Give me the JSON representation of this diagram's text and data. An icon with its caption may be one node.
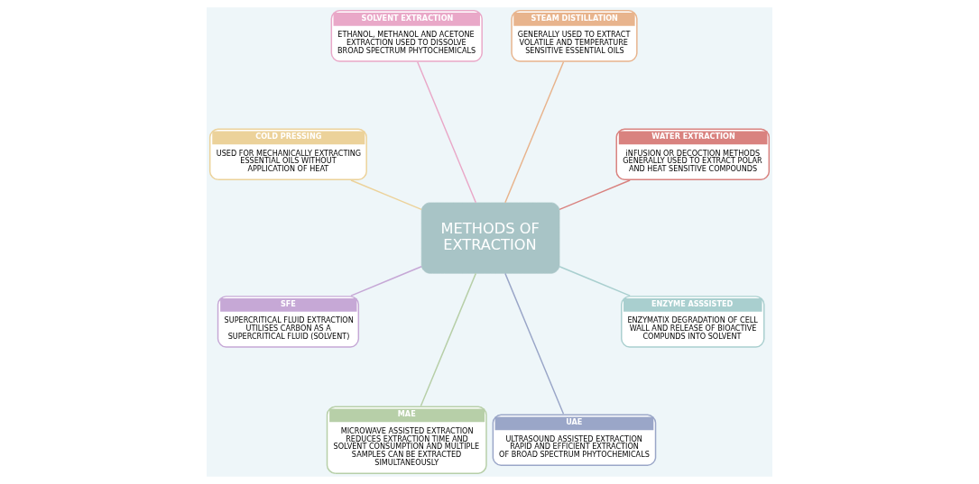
{
  "diagram": {
    "nodes": [
      {
        "text": [
          "WATER EXTRACTION",
          "iNFUSION OR DECOCTION METHODS GENERALLY USED TO EXTRACT POLAR AND HEAT SENSITIVE COMPOUNDS"
        ]
      },
      {
        "text": [
          "STEAM DISTILLATION",
          "GENERALLY USED TO EXTRACT VOLATILE AND TEMPERATURE SENSITIVE ESSENTIAL OILS"
        ]
      },
      {
        "text": [
          "SOLVENT EXTRACTION",
          "ETHANOL, METHANOL AND ACETONE EXTRACTION USED TO DISSOLVE BROAD SPECTRUM PHYTOCHEMICALS"
        ]
      },
      {
        "text": [
          "COLD PRESSING",
          "USED FOR MECHANICALLY EXTRACTING ESSENTIAL OILS WITHOUT APPLICATION OF HEAT"
        ]
      },
      {
        "text": [
          "METHODS OF EXTRACTION"
        ]
      },
      {
        "text": [
          "SFE",
          "SUPERCRITICAL FLUID EXTRACTION UTILISES CARBON AS A SUPERCRITICAL FLUID (SOLVENT)"
        ]
      },
      {
        "text": [
          "MAE",
          "MICROWAVE ASSISTED EXTRACTION REDUCES EXTRACTION TIME AND SOLVENT CONSUMPTION AND MULTIPLE SAMPLES CAN BE EXTRACTED SIMULTANEOUSLY"
        ]
      },
      {
        "text": [
          "UAE",
          "ULTRASOUND ASSISTED EXTRACTION RAPID AND EFFICIENT EXTRACTION OF BROAD SPECTRUM PHYTOCHEMICALS"
        ]
      },
      {
        "text": [
          "ENZYME ASSSISTED",
          "ENZYMATIX DEGRADATION OF CELL WALL AND RELEASE OF BIOACTIVE COMPUNDS INTO SOLVENT"
        ]
      }
    ],
    "edges": [
      {
        "from": 4,
        "to": 0,
        "arrow": "none",
        "color": "#d9827f"
      },
      {
        "from": 4,
        "to": 1,
        "arrow": "none",
        "color": "#e8b48d"
      },
      {
        "from": 4,
        "to": 2,
        "arrow": "none",
        "color": "#e9a8c8"
      },
      {
        "from": 4,
        "to": 3,
        "arrow": "none",
        "color": "#ecd29a"
      },
      {
        "from": 4,
        "to": 5,
        "arrow": "none",
        "color": "#c6a8d6"
      },
      {
        "from": 4,
        "to": 6,
        "arrow": "none",
        "color": "#b7cfa8"
      },
      {
        "from": 4,
        "to": 7,
        "arrow": "none",
        "color": "#9aa6c8"
      },
      {
        "from": 4,
        "to": 8,
        "arrow": "none",
        "color": "#a9cfcf"
      }
    ]
  }
}
